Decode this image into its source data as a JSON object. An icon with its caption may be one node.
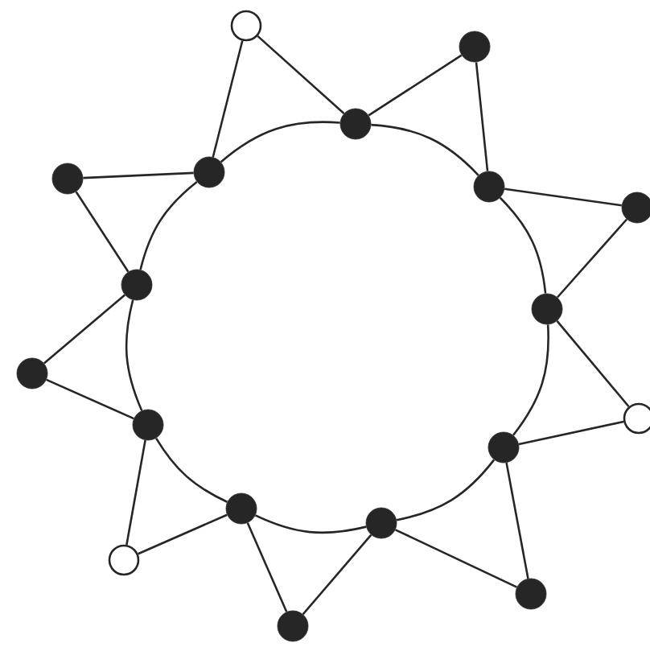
{
  "diagram": {
    "nodes": [
      {
        "text": [],
        "shape": "dot"
      },
      {
        "text": [],
        "shape": "dot"
      },
      {
        "text": [],
        "shape": "dot"
      },
      {
        "text": [],
        "shape": "dot"
      },
      {
        "text": [],
        "shape": "dot"
      },
      {
        "text": [],
        "shape": "dot"
      },
      {
        "text": [],
        "shape": "dot"
      },
      {
        "text": [],
        "shape": "dot"
      },
      {
        "text": [],
        "shape": "dot"
      },
      {
        "text": [],
        "shape": "circle"
      },
      {
        "text": [],
        "shape": "dot"
      },
      {
        "text": [],
        "shape": "dot"
      },
      {
        "text": [],
        "shape": "circle"
      },
      {
        "text": [],
        "shape": "dot"
      },
      {
        "text": [],
        "shape": "dot"
      },
      {
        "text": [],
        "shape": "circle"
      },
      {
        "text": [],
        "shape": "dot"
      },
      {
        "text": [],
        "shape": "dot"
      }
    ],
    "edges": [
      {
        "from": 0,
        "to": 1,
        "arrow": "none"
      },
      {
        "from": 1,
        "to": 2,
        "arrow": "none"
      },
      {
        "from": 2,
        "to": 3,
        "arrow": "none"
      },
      {
        "from": 3,
        "to": 4,
        "arrow": "none"
      },
      {
        "from": 4,
        "to": 5,
        "arrow": "none"
      },
      {
        "from": 5,
        "to": 6,
        "arrow": "none"
      },
      {
        "from": 6,
        "to": 7,
        "arrow": "none"
      },
      {
        "from": 7,
        "to": 8,
        "arrow": "none"
      },
      {
        "from": 8,
        "to": 0,
        "arrow": "none"
      },
      {
        "from": 9,
        "to": 8,
        "arrow": "none"
      },
      {
        "from": 9,
        "to": 0,
        "arrow": "none"
      },
      {
        "from": 10,
        "to": 0,
        "arrow": "none"
      },
      {
        "from": 10,
        "to": 1,
        "arrow": "none"
      },
      {
        "from": 11,
        "to": 1,
        "arrow": "none"
      },
      {
        "from": 11,
        "to": 2,
        "arrow": "none"
      },
      {
        "from": 12,
        "to": 2,
        "arrow": "none"
      },
      {
        "from": 12,
        "to": 3,
        "arrow": "none"
      },
      {
        "from": 13,
        "to": 3,
        "arrow": "none"
      },
      {
        "from": 13,
        "to": 4,
        "arrow": "none"
      },
      {
        "from": 14,
        "to": 4,
        "arrow": "none"
      },
      {
        "from": 14,
        "to": 5,
        "arrow": "none"
      },
      {
        "from": 15,
        "to": 5,
        "arrow": "none"
      },
      {
        "from": 15,
        "to": 6,
        "arrow": "none"
      },
      {
        "from": 16,
        "to": 6,
        "arrow": "none"
      },
      {
        "from": 16,
        "to": 7,
        "arrow": "none"
      },
      {
        "from": 17,
        "to": 7,
        "arrow": "none"
      },
      {
        "from": 17,
        "to": 8,
        "arrow": "none"
      }
    ]
  }
}
